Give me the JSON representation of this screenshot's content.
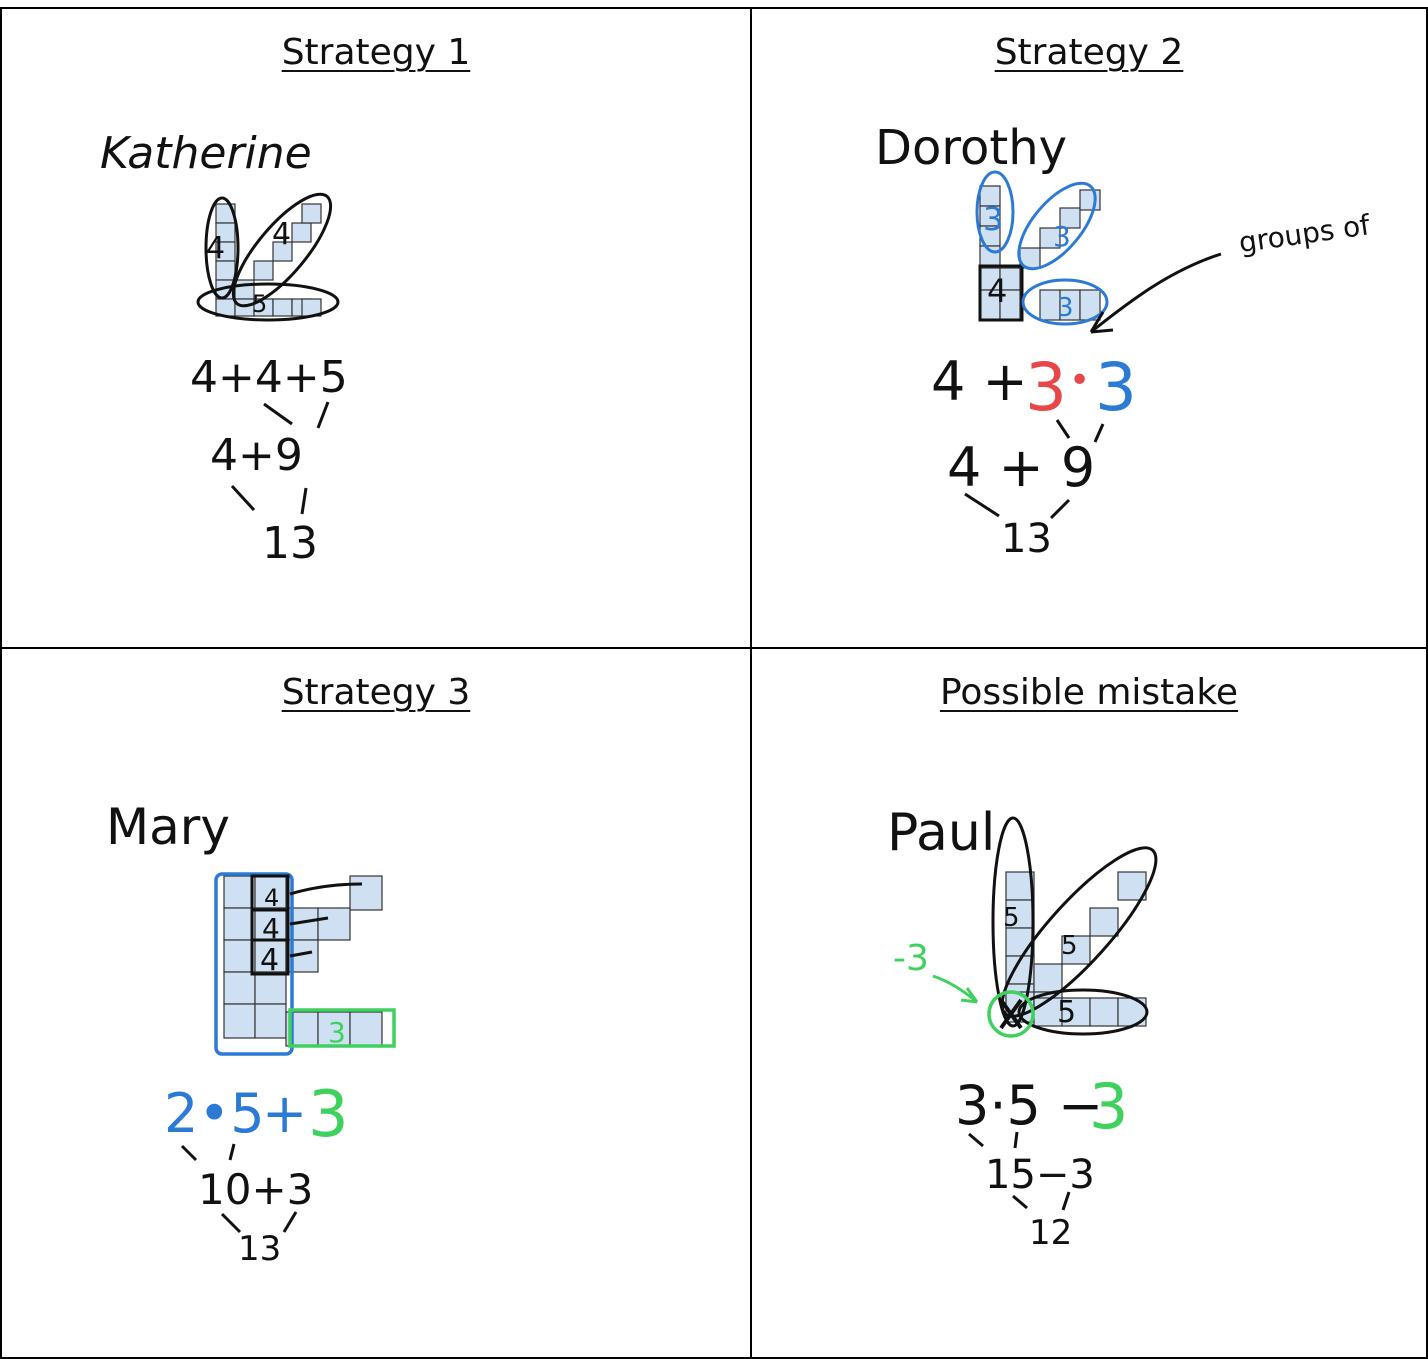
{
  "cells": [
    {
      "title": "Strategy 1",
      "student": "Katherine",
      "shape_labels": [
        "4",
        "4",
        "5"
      ],
      "work": [
        "4+4+5",
        "4+9",
        "13"
      ]
    },
    {
      "title": "Strategy 2",
      "student": "Dorothy",
      "shape_labels": [
        "3",
        "3",
        "4",
        "3"
      ],
      "annotation": "groups of",
      "work_line1": {
        "a": "4 +",
        "b": "3",
        "dot": "•",
        "c": "3"
      },
      "work": [
        "4 + 9",
        "13"
      ]
    },
    {
      "title": "Strategy 3",
      "student": "Mary",
      "shape_labels": [
        "4",
        "4",
        "4",
        "3"
      ],
      "work_line1": {
        "a": "2•5",
        "b": "+",
        "c": "3"
      },
      "work": [
        "10+3",
        "13"
      ]
    },
    {
      "title": "Possible mistake",
      "student": "Paul",
      "shape_labels": [
        "5",
        "5",
        "5"
      ],
      "side_note": "-3",
      "work_line1": {
        "a": "3·5 −",
        "c": "3"
      },
      "work": [
        "15−3",
        "12"
      ]
    }
  ],
  "colors": {
    "ink": "#111111",
    "square_fill": "#cfe0f3",
    "blue": "#2b7bd6",
    "red": "#e8474a",
    "green": "#3fd15e"
  }
}
